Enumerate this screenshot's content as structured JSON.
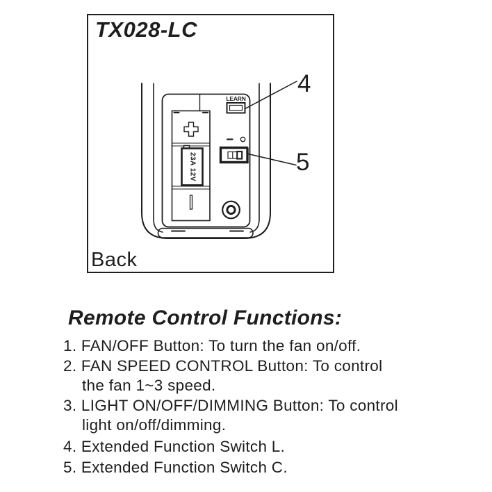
{
  "page": {
    "background": "#ffffff",
    "ink": "#1e1e1e"
  },
  "figure": {
    "model": "TX028-LC",
    "view_label": "Back",
    "learn_button_label": "LEARN",
    "battery_text": "23A 12V",
    "battery_positive_icon": "plus",
    "battery_negative_icon": "minus",
    "callouts": [
      {
        "number": "4",
        "target": "learn-button"
      },
      {
        "number": "5",
        "target": "extended-function-switch"
      }
    ]
  },
  "functions": {
    "heading": "Remote Control Functions:",
    "items": [
      {
        "line1": "1. FAN/OFF Button: To turn the fan on/off."
      },
      {
        "line1": "2. FAN SPEED CONTROL Button: To control",
        "line2": "the fan 1~3 speed."
      },
      {
        "line1": "3. LIGHT ON/OFF/DIMMING Button: To control",
        "line2": "light on/off/dimming."
      },
      {
        "line1": "4. Extended Function Switch L."
      },
      {
        "line1": "5. Extended Function Switch C."
      }
    ]
  }
}
